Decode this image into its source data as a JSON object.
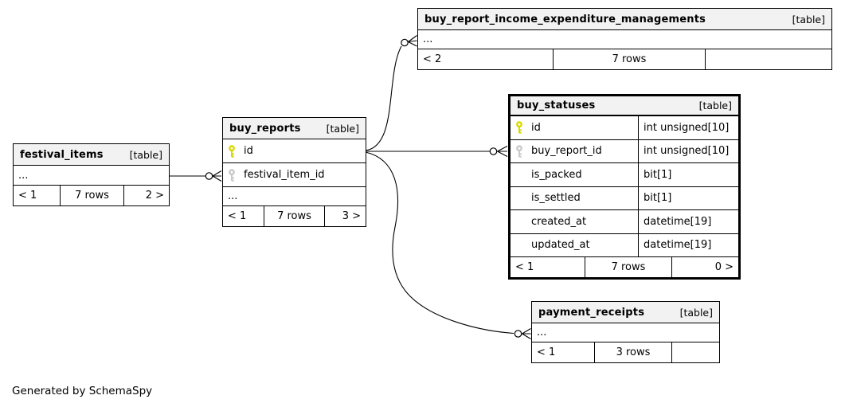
{
  "footer_note": "Generated by SchemaSpy",
  "colors": {
    "header_bg": "#f2f2f2",
    "pk_key": "#d8d800",
    "fk_key": "#c9c9c9",
    "line": "#000000"
  },
  "tables": {
    "festival_items": {
      "title": "festival_items",
      "badge": "[table]",
      "ellipsis": "...",
      "footer": {
        "left": "< 1",
        "center": "7 rows",
        "right": "2 >"
      }
    },
    "buy_reports": {
      "title": "buy_reports",
      "badge": "[table]",
      "columns": [
        {
          "name": "id",
          "key": "primary-key"
        },
        {
          "name": "festival_item_id",
          "key": "foreign-key"
        }
      ],
      "ellipsis": "...",
      "footer": {
        "left": "< 1",
        "center": "7 rows",
        "right": "3 >"
      }
    },
    "buy_report_income_expenditure_managements": {
      "title": "buy_report_income_expenditure_managements",
      "badge": "[table]",
      "ellipsis": "...",
      "footer": {
        "left": "< 2",
        "center": "7 rows",
        "right": ""
      }
    },
    "buy_statuses": {
      "title": "buy_statuses",
      "badge": "[table]",
      "columns": [
        {
          "name": "id",
          "type": "int unsigned[10]",
          "key": "primary-key"
        },
        {
          "name": "buy_report_id",
          "type": "int unsigned[10]",
          "key": "foreign-key"
        },
        {
          "name": "is_packed",
          "type": "bit[1]",
          "key": ""
        },
        {
          "name": "is_settled",
          "type": "bit[1]",
          "key": ""
        },
        {
          "name": "created_at",
          "type": "datetime[19]",
          "key": ""
        },
        {
          "name": "updated_at",
          "type": "datetime[19]",
          "key": ""
        }
      ],
      "footer": {
        "left": "< 1",
        "center": "7 rows",
        "right": "0 >"
      }
    },
    "payment_receipts": {
      "title": "payment_receipts",
      "badge": "[table]",
      "ellipsis": "...",
      "footer": {
        "left": "< 1",
        "center": "3 rows",
        "right": ""
      }
    }
  },
  "relationships": [
    "festival_items -> buy_reports.festival_item_id",
    "buy_reports.id -> buy_report_income_expenditure_managements",
    "buy_reports.id -> buy_statuses.buy_report_id",
    "buy_reports.id -> payment_receipts"
  ]
}
